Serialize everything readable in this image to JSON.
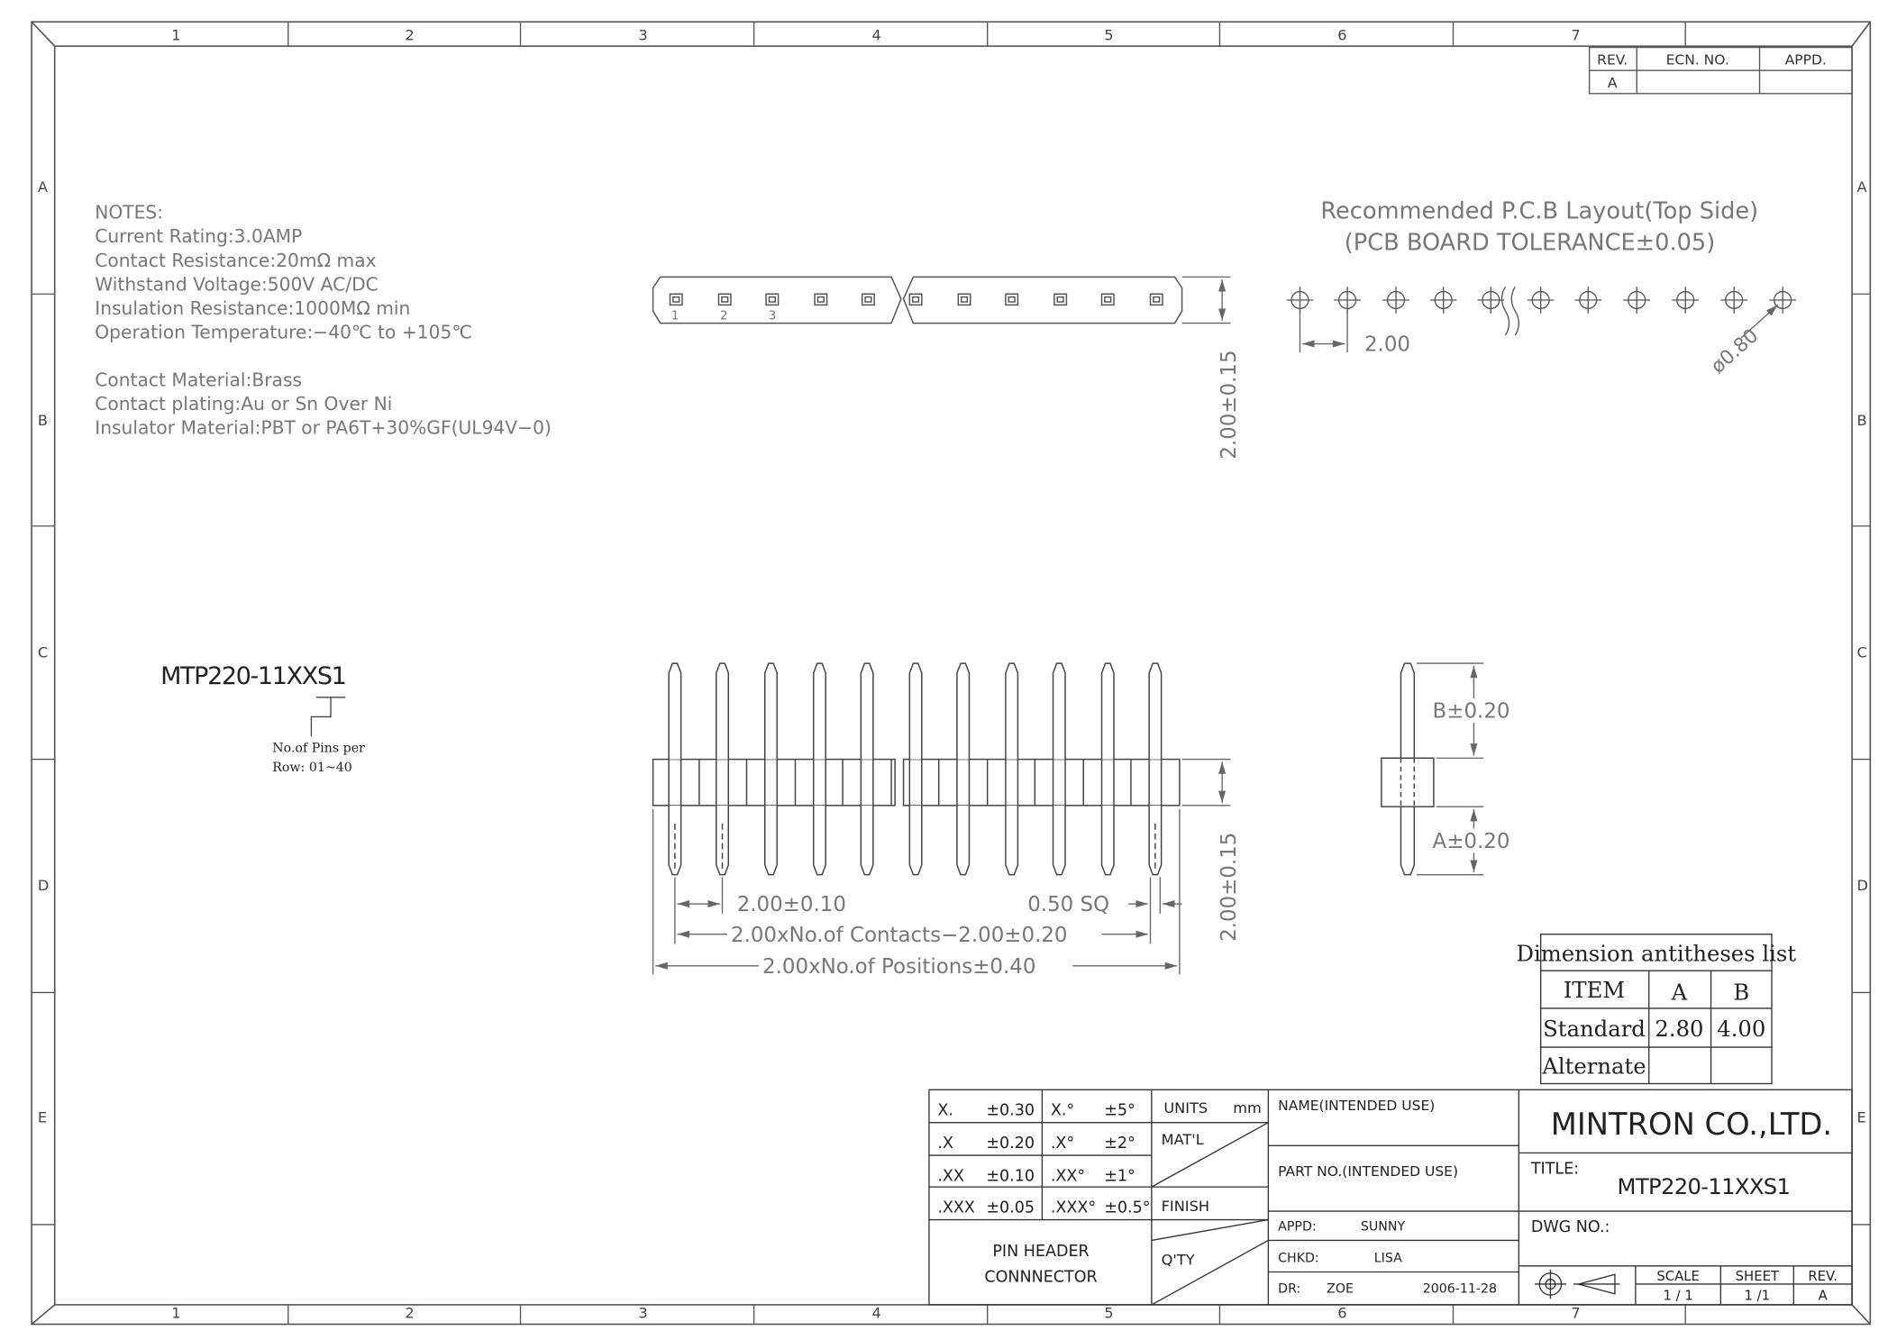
{
  "zone_columns": [
    "1",
    "2",
    "3",
    "4",
    "5",
    "6",
    "7"
  ],
  "zone_rows": [
    "A",
    "B",
    "C",
    "D",
    "E"
  ],
  "revision_table": {
    "headers": [
      "REV.",
      "ECN. NO.",
      "APPD."
    ],
    "row": [
      "A",
      "",
      ""
    ]
  },
  "notes": [
    "NOTES:",
    "Current  Rating:3.0AMP",
    "Contact  Resistance:20mΩ  max",
    "Withstand  Voltage:500V  AC/DC",
    "Insulation  Resistance:1000MΩ  min",
    "Operation  Temperature:−40℃  to  +105℃",
    "",
    "Contact  Material:Brass",
    "Contact  plating:Au  or  Sn  Over  Ni",
    "Insulator  Material:PBT  or  PA6T+30%GF(UL94V−0)"
  ],
  "pcb_layout": {
    "title": "Recommended  P.C.B  Layout(Top  Side)",
    "tolerance": "(PCB  BOARD  TOLERANCE±0.05)",
    "pitch": "2.00",
    "hole": "ø0.80"
  },
  "top_view": {
    "pin_numbers": [
      "1",
      "2",
      "3"
    ],
    "height_dim": "2.00±0.15"
  },
  "part_code": {
    "code": "MTP220-11XXS1",
    "pins_note_1": "No.of Pins per",
    "pins_note_2": "Row: 01~40"
  },
  "front_view": {
    "pitch": "2.00±0.10",
    "pin_size": "0.50  SQ",
    "contacts": "2.00xNo.of  Contacts−2.00±0.20",
    "positions": "2.00xNo.of  Positions±0.40",
    "body_height": "2.00±0.15"
  },
  "side_view": {
    "b_dim": "B±0.20",
    "a_dim": "A±0.20"
  },
  "dimension_list": {
    "title": "Dimension antitheses list",
    "headers": [
      "ITEM",
      "A",
      "B"
    ],
    "rows": [
      [
        "Standard",
        "2.80",
        "4.00"
      ],
      [
        "Alternate",
        "",
        ""
      ]
    ]
  },
  "title_block": {
    "tolerances": [
      [
        "X.",
        "±0.30",
        "X.°",
        "±5°"
      ],
      [
        ".X",
        "±0.20",
        ".X°",
        "±2°"
      ],
      [
        ".XX",
        "±0.10",
        ".XX°",
        "±1°"
      ],
      [
        ".XXX",
        "±0.05",
        ".XXX°",
        "±0.5°"
      ]
    ],
    "description_1": "PIN HEADER",
    "description_2": "CONNNECTOR",
    "units_label": "UNITS",
    "units": "mm",
    "material": "MAT'L",
    "finish": "FINISH",
    "qty": "Q'TY",
    "name_label": "NAME(INTENDED USE)",
    "part_no_label": "PART NO.(INTENDED USE)",
    "appd_label": "APPD:",
    "appd": "SUNNY",
    "chkd_label": "CHKD:",
    "chkd": "LISA",
    "dr_label": "DR:",
    "dr": "ZOE",
    "date": "2006-11-28",
    "company": "MINTRON CO.,LTD.",
    "title_label": "TITLE:",
    "title": "MTP220-11XXS1",
    "dwg_label": "DWG NO.:",
    "scale_label": "SCALE",
    "scale": "1 / 1",
    "sheet_label": "SHEET",
    "sheet": "1 /1",
    "rev_label": "REV.",
    "rev": "A"
  }
}
